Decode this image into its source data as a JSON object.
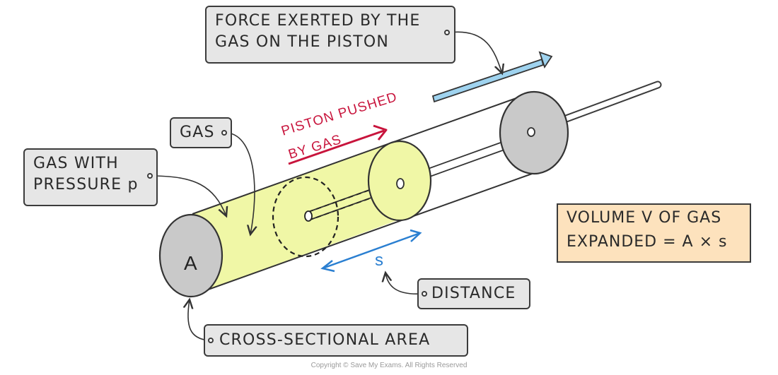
{
  "labels": {
    "force": [
      "FORCE EXERTED BY THE",
      "GAS ON THE PISTON"
    ],
    "gas": "GAS",
    "gas_pressure": [
      "GAS WITH",
      "PRESSURE p"
    ],
    "piston_pushed": [
      "PISTON PUSHED",
      "BY GAS"
    ],
    "area_symbol": "A",
    "distance_symbol": "s",
    "distance": "DISTANCE",
    "cross_section": "CROSS-SECTIONAL AREA",
    "volume": [
      "VOLUME V OF GAS",
      "EXPANDED = A × s"
    ]
  },
  "colors": {
    "gas_fill": "#f0f7a6",
    "end_cap": "#c9c9c9",
    "force_arrow": "#9fd3ef",
    "push_arrow": "#c8143c",
    "distance_arrow": "#2a7fd1",
    "volume_box": "#fde2bd",
    "label_box": "#e6e6e6"
  },
  "footer": {
    "copyright": "Copyright © Save My Exams. All Rights Reserved"
  }
}
